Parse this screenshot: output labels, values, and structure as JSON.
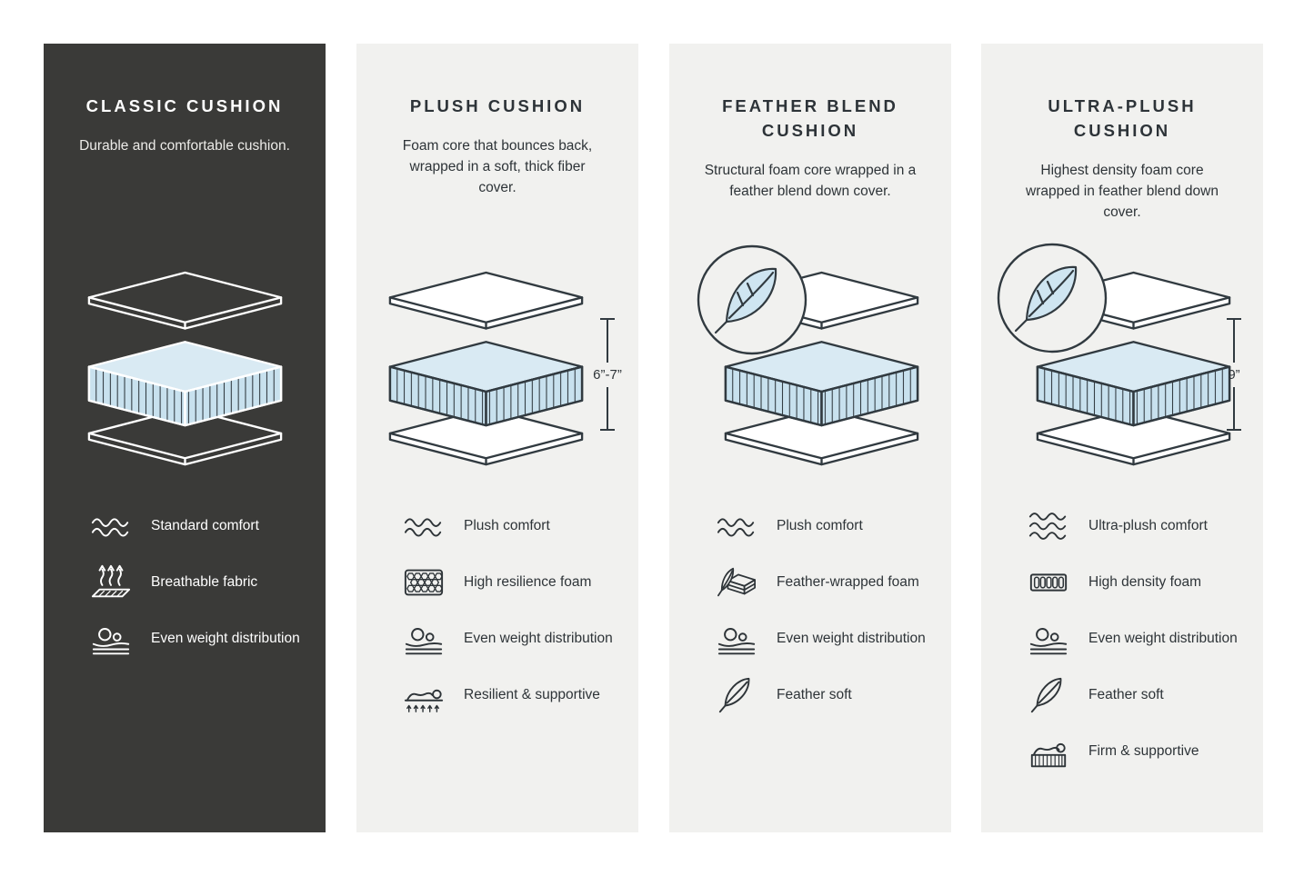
{
  "page": {
    "background": "#ffffff"
  },
  "colors": {
    "dark_panel": "#3a3a38",
    "light_panel": "#f1f1ef",
    "foam_blue": "#cde4ef",
    "outline": "#313a40"
  },
  "panels": [
    {
      "id": "classic",
      "theme": "dark",
      "title": "CLASSIC CUSHION",
      "description": "Durable and comfortable cushion.",
      "features": [
        {
          "icon": "waves-icon",
          "label": "Standard comfort"
        },
        {
          "icon": "breathable-fabric-icon",
          "label": "Breathable fabric"
        },
        {
          "icon": "even-weight-icon",
          "label": "Even weight distribution"
        }
      ]
    },
    {
      "id": "plush",
      "theme": "light",
      "title": "PLUSH CUSHION",
      "description": "Foam core that bounces back, wrapped in a soft, thick fiber cover.",
      "dimension": "6”-7”",
      "features": [
        {
          "icon": "waves-icon",
          "label": "Plush comfort"
        },
        {
          "icon": "honeycomb-foam-icon",
          "label": "High resilience foam"
        },
        {
          "icon": "even-weight-icon",
          "label": "Even weight distribution"
        },
        {
          "icon": "resilient-supportive-icon",
          "label": "Resilient & supportive"
        }
      ]
    },
    {
      "id": "feather-blend",
      "theme": "light",
      "title": "FEATHER BLEND CUSHION",
      "description": "Structural foam core wrapped in a feather blend down cover.",
      "badge": "feather-badge",
      "features": [
        {
          "icon": "waves-icon",
          "label": "Plush comfort"
        },
        {
          "icon": "feather-wrapped-foam-icon",
          "label": "Feather-wrapped foam"
        },
        {
          "icon": "even-weight-icon",
          "label": "Even weight distribution"
        },
        {
          "icon": "feather-icon",
          "label": "Feather soft"
        }
      ]
    },
    {
      "id": "ultra-plush",
      "theme": "light",
      "title": "ULTRA-PLUSH CUSHION",
      "description": "Highest density foam core wrapped in feather blend down cover.",
      "dimension": "9”",
      "badge": "feather-badge",
      "features": [
        {
          "icon": "waves-icon",
          "label": "Ultra-plush comfort"
        },
        {
          "icon": "high-density-foam-icon",
          "label": "High density foam"
        },
        {
          "icon": "even-weight-icon",
          "label": "Even weight distribution"
        },
        {
          "icon": "feather-icon",
          "label": "Feather soft"
        },
        {
          "icon": "firm-supportive-icon",
          "label": "Firm & supportive"
        }
      ]
    }
  ]
}
